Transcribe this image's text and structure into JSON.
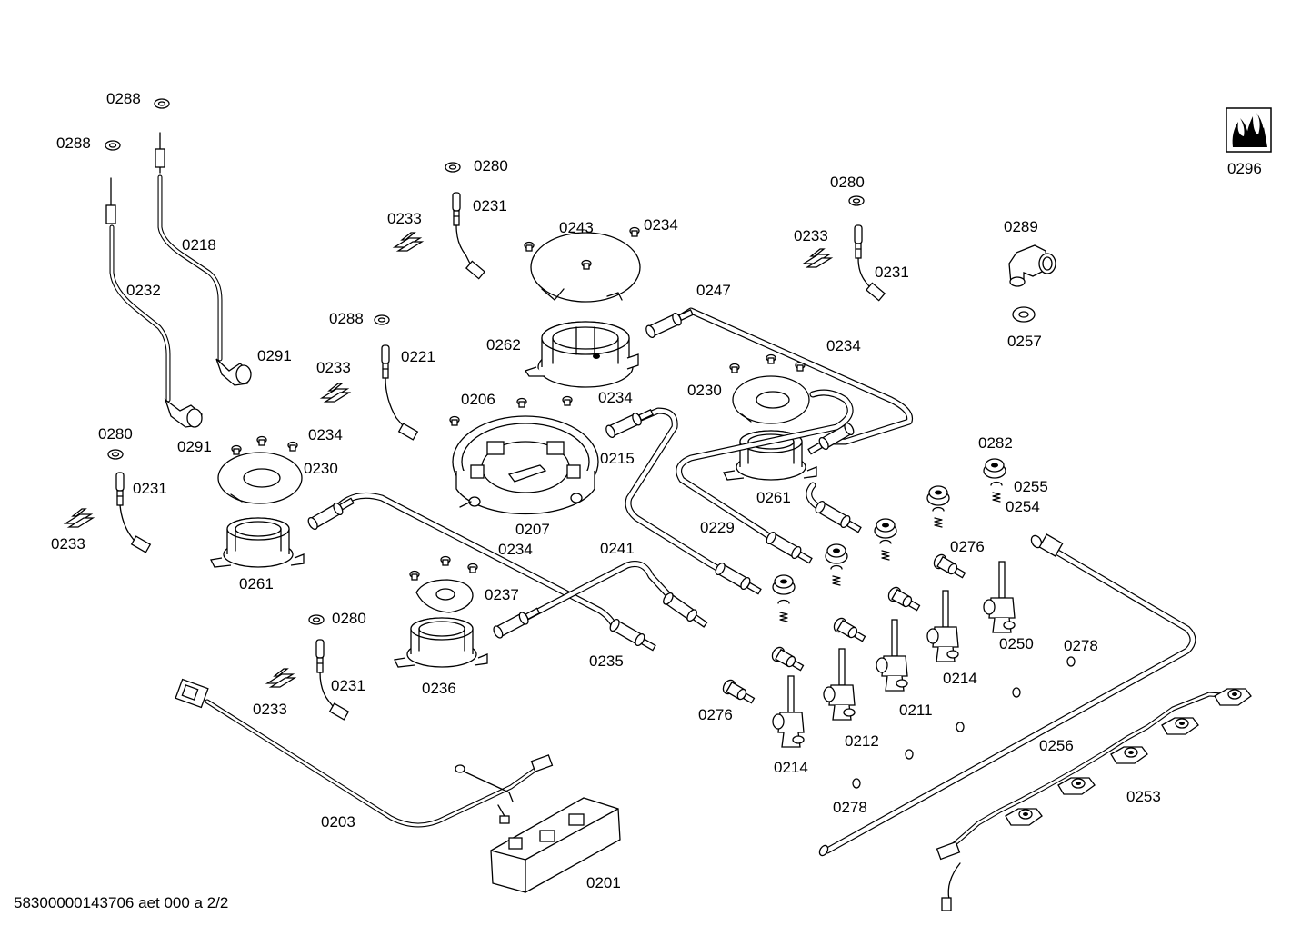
{
  "drawing_id": "58300000143706 aet 000 a 2/2",
  "labels": [
    {
      "text": "0288"
    },
    {
      "text": "0288"
    },
    {
      "text": "0218"
    },
    {
      "text": "0232"
    },
    {
      "text": "0291"
    },
    {
      "text": "0291"
    },
    {
      "text": "0280"
    },
    {
      "text": "0231"
    },
    {
      "text": "0233"
    },
    {
      "text": "0243"
    },
    {
      "text": "0234"
    },
    {
      "text": "0280"
    },
    {
      "text": "0233"
    },
    {
      "text": "0231"
    },
    {
      "text": "0289"
    },
    {
      "text": "0296"
    },
    {
      "text": "0247"
    },
    {
      "text": "0257"
    },
    {
      "text": "0288"
    },
    {
      "text": "0221"
    },
    {
      "text": "0233"
    },
    {
      "text": "0262"
    },
    {
      "text": "0234"
    },
    {
      "text": "0230"
    },
    {
      "text": "0206"
    },
    {
      "text": "0234"
    },
    {
      "text": "0280"
    },
    {
      "text": "0234"
    },
    {
      "text": "0230"
    },
    {
      "text": "0215"
    },
    {
      "text": "0231"
    },
    {
      "text": "0233"
    },
    {
      "text": "0261"
    },
    {
      "text": "0282"
    },
    {
      "text": "0255"
    },
    {
      "text": "0254"
    },
    {
      "text": "0207"
    },
    {
      "text": "0234"
    },
    {
      "text": "0229"
    },
    {
      "text": "0241"
    },
    {
      "text": "0261"
    },
    {
      "text": "0276"
    },
    {
      "text": "0237"
    },
    {
      "text": "0280"
    },
    {
      "text": "0235"
    },
    {
      "text": "0250"
    },
    {
      "text": "0278"
    },
    {
      "text": "0236"
    },
    {
      "text": "0231"
    },
    {
      "text": "0233"
    },
    {
      "text": "0214"
    },
    {
      "text": "0211"
    },
    {
      "text": "0276"
    },
    {
      "text": "0256"
    },
    {
      "text": "0212"
    },
    {
      "text": "0214"
    },
    {
      "text": "0253"
    },
    {
      "text": "0278"
    },
    {
      "text": "0203"
    },
    {
      "text": "0201"
    }
  ]
}
